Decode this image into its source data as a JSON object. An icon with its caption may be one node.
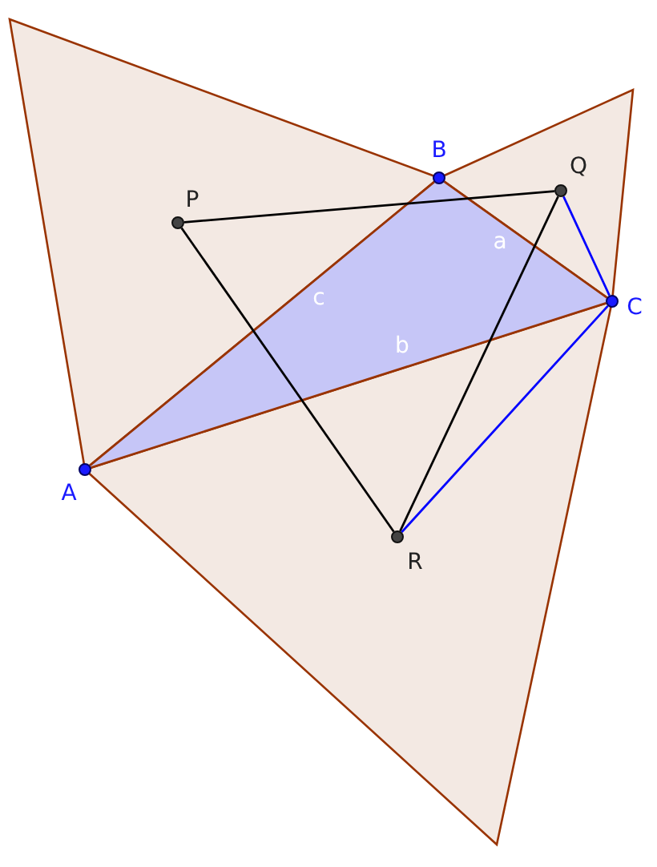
{
  "diagram": {
    "nodes": [
      {
        "text": [
          "A"
        ]
      },
      {
        "text": [
          "B"
        ]
      },
      {
        "text": [
          "C"
        ]
      },
      {
        "text": [
          "P"
        ]
      },
      {
        "text": [
          "Q"
        ]
      },
      {
        "text": [
          "R"
        ]
      }
    ],
    "edges": [
      {
        "from": 0,
        "to": 1,
        "arrow": "none",
        "label": "c",
        "color": "#993300"
      },
      {
        "from": 1,
        "to": 2,
        "arrow": "none",
        "label": "a",
        "color": "#993300"
      },
      {
        "from": 0,
        "to": 2,
        "arrow": "none",
        "label": "b",
        "color": "#993300"
      },
      {
        "from": 3,
        "to": 4,
        "arrow": "none",
        "color": "#000000"
      },
      {
        "from": 3,
        "to": 5,
        "arrow": "none",
        "color": "#000000"
      },
      {
        "from": 4,
        "to": 5,
        "arrow": "none",
        "color": "#000000"
      },
      {
        "from": 4,
        "to": 2,
        "arrow": "none",
        "color": "#0000ff"
      },
      {
        "from": 5,
        "to": 2,
        "arrow": "none",
        "color": "#0000ff"
      }
    ]
  }
}
